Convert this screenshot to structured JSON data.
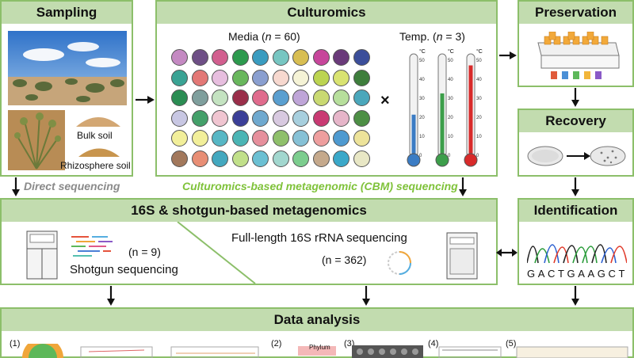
{
  "sampling": {
    "title": "Sampling",
    "bulk": "Bulk soil",
    "rhizo": "Rhizosphere soil"
  },
  "culturomics": {
    "title": "Culturomics",
    "media_prefix": "Media (",
    "media_n": "n",
    "media_suffix": " = 60)",
    "temp_prefix": "Temp. (",
    "temp_n": "n",
    "temp_suffix": " = 3)",
    "times": "×",
    "unit": "°C",
    "scale": [
      "50",
      "40",
      "30",
      "20",
      "10",
      "0"
    ]
  },
  "preservation": {
    "title": "Preservation"
  },
  "recovery": {
    "title": "Recovery"
  },
  "identification": {
    "title": "Identification",
    "sequence": "GACTGAAGCT"
  },
  "direct_seq": "Direct sequencing",
  "cbm_seq": "Culturomics-based metagenomic (CBM) sequencing",
  "meta": {
    "title": "16S & shotgun-based metagenomics",
    "shotgun_n": "(n = 9)",
    "shotgun": "Shotgun sequencing",
    "fl16s": "Full-length 16S rRNA sequencing",
    "fl16s_n": "(n = 362)"
  },
  "analysis": {
    "title": "Data analysis",
    "markers": [
      "(1)",
      "(2)",
      "(3)",
      "(4)",
      "(5)"
    ],
    "phylum": "Phylum"
  },
  "colors": {
    "accent": "#8cbf6a",
    "header": "#c2dcaf"
  },
  "media_colors": [
    "#c489c2",
    "#6e4f86",
    "#d25f8f",
    "#2d9a4e",
    "#3a9cc0",
    "#77c6c2",
    "#d8be52",
    "#c7469b",
    "#6a3a7a",
    "#3b4e9a",
    "#3aa394",
    "#e37876",
    "#e7bedf",
    "#69b75d",
    "#8a9fd0",
    "#f7d8cf",
    "#f5f3d6",
    "#bcd451",
    "#d9e371",
    "#3e7e3c",
    "#2b8d53",
    "#7f9f9d",
    "#c4e3c1",
    "#9a2e4a",
    "#e06b8d",
    "#5a9fd0",
    "#bfa5d8",
    "#c9d972",
    "#b7df9c",
    "#4aa7bb",
    "#c8c7e3",
    "#44a06a",
    "#f0c5d1",
    "#3b3f98",
    "#6fa9cf",
    "#d8c9e0",
    "#a7cfde",
    "#c93a73",
    "#e6b5c9",
    "#4d8f45",
    "#f2ef9a",
    "#f2ef9a",
    "#57b7c5",
    "#4bb5b5",
    "#e68f9c",
    "#8fc06b",
    "#86c1d6",
    "#ee9e9e",
    "#4e9ad0",
    "#ede39a",
    "#a2785c",
    "#e88e75",
    "#43a8bf",
    "#c1e08a",
    "#6bc0d3",
    "#a2d7cf",
    "#7ccd8e",
    "#c5a98c",
    "#3aa8c9",
    "#e8e7c5"
  ]
}
